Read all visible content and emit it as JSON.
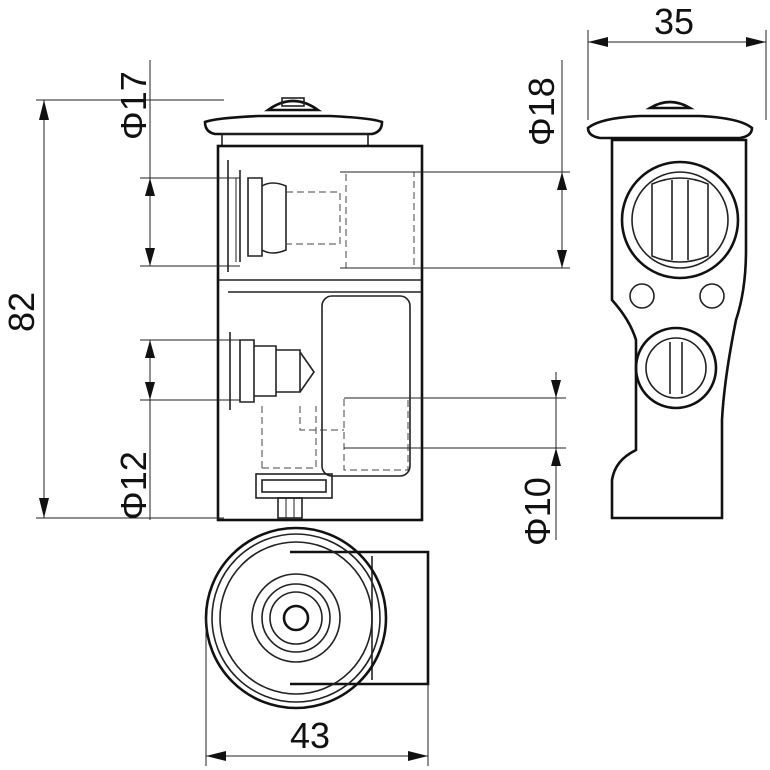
{
  "dimensions": {
    "width_top": "35",
    "height_left": "82",
    "width_bottom": "43",
    "dia_17": "Φ17",
    "dia_18": "Φ18",
    "dia_12": "Φ12",
    "dia_10": "Φ10"
  }
}
